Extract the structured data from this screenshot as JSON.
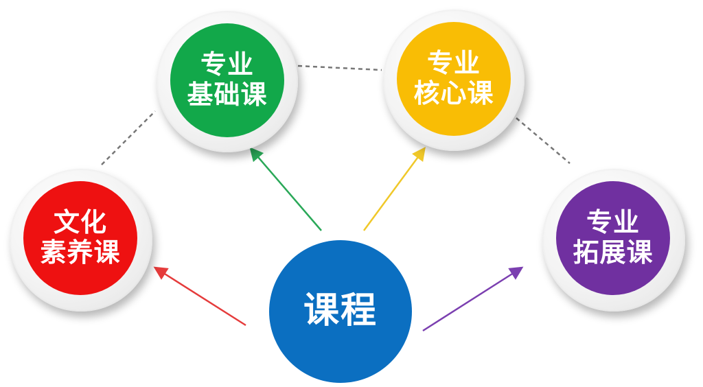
{
  "diagram": {
    "center": {
      "label": "课程",
      "color": "#0b6fc1"
    },
    "nodes": [
      {
        "id": "culture",
        "line1": "文化",
        "line2": "素养课",
        "color": "#ee1111",
        "arrow_color": "#e53b3b"
      },
      {
        "id": "foundation",
        "line1": "专业",
        "line2": "基础课",
        "color": "#12a84a",
        "arrow_color": "#2aa858"
      },
      {
        "id": "core",
        "line1": "专业",
        "line2": "核心课",
        "color": "#f9bd05",
        "arrow_color": "#f0c829"
      },
      {
        "id": "extension",
        "line1": "专业",
        "line2": "拓展课",
        "color": "#7030a0",
        "arrow_color": "#7b3fb0"
      }
    ],
    "connector_style": "dashed-gray-arc"
  }
}
